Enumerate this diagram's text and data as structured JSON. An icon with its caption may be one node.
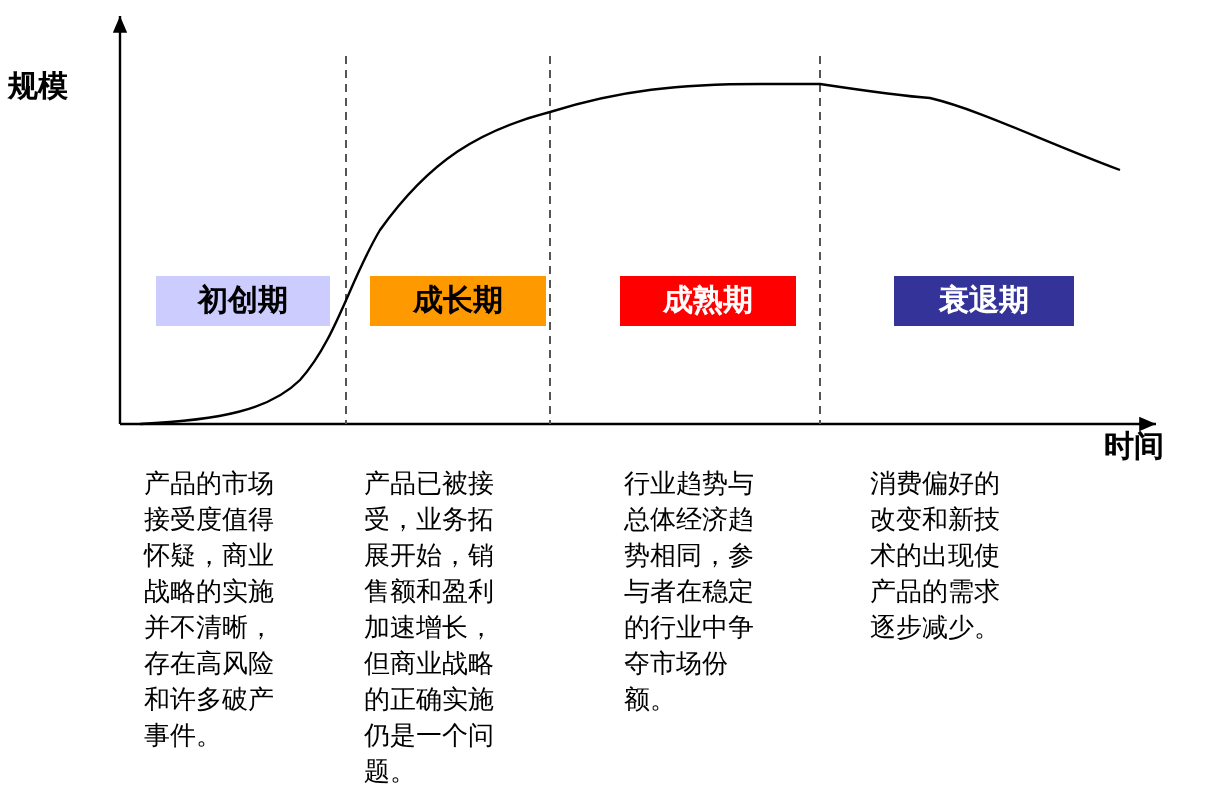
{
  "diagram": {
    "nodes": [
      {
        "text": [
          "初创期"
        ]
      },
      {
        "text": [
          "成长期"
        ]
      },
      {
        "text": [
          "成熟期"
        ]
      },
      {
        "text": [
          "衰退期"
        ]
      }
    ],
    "labels": [
      "规模",
      "时间",
      "产品的市场接受度值得怀疑，商业战略的实施并不清晰，存在高风险和许多破产事件。",
      "产品已被接受，业务拓展开始，销售额和盈利加速增长，但商业战略的正确实施仍是一个问题。",
      "行业趋势与总体经济趋势相同，参与者在稳定的行业中争夺市场份额。",
      "消费偏好的改变和新技术的出现使产品的需求逐步减少。"
    ]
  }
}
